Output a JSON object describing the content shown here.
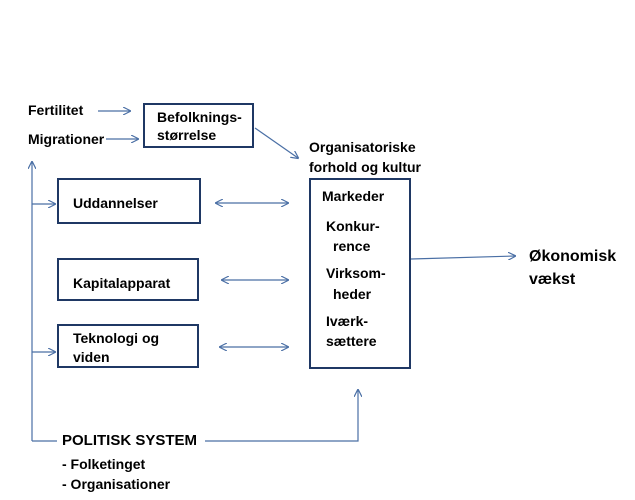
{
  "inputs": {
    "fertility": "Fertilitet",
    "migration": "Migrationer"
  },
  "population": {
    "line1": "Befolknings-",
    "line2": "størrelse"
  },
  "factors": {
    "education": "Uddannelser",
    "capital": "Kapitalapparat",
    "technology_line1": "Teknologi og",
    "technology_line2": "viden"
  },
  "org": {
    "title_line1": "Organisatoriske",
    "title_line2": "forhold og kultur",
    "items": [
      {
        "line1": "Markeder",
        "line2": ""
      },
      {
        "line1": "Konkur-",
        "line2": "rence"
      },
      {
        "line1": "Virksom-",
        "line2": "heder"
      },
      {
        "line1": "Iværk-",
        "line2": "sættere"
      }
    ]
  },
  "outcome": {
    "line1": "Økonomisk",
    "line2": "vækst"
  },
  "politics": {
    "title": "POLITISK SYSTEM",
    "items": [
      "- Folketinget",
      "- Organisationer"
    ]
  },
  "colors": {
    "arrow": "#4a6fa5",
    "box_border": "#1f3864"
  }
}
